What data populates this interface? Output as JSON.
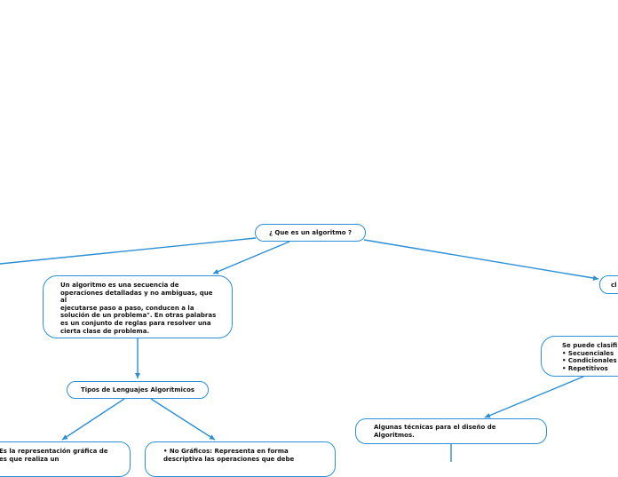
{
  "mindmap": {
    "line_color": "#2b8fd6",
    "root": {
      "text": "¿ Que es un algoritmo ?"
    },
    "definition": {
      "text": "Un algoritmo es una secuencia de\noperaciones detalladas y no ambiguas, que\nal\n ejecutarse paso a paso, conducen a la\nsolución de un problema\". En otras palabras\nes un conjunto de reglas para resolver una\ncierta clase de problema."
    },
    "languages": {
      "text": "Tipos de Lenguajes Algorítmicos"
    },
    "graphic": {
      "text": "Es la representación gráfica de\nes que realiza un"
    },
    "nongraphic": {
      "text": "• No Gráficos: Representa en forma\ndescriptiva las operaciones que debe"
    },
    "classify_stub": {
      "text": "cl"
    },
    "classify": {
      "text": "Se puede clasifi\n• Secuenciales\n• Condicionales\n• Repetitivos"
    },
    "techniques": {
      "text": "Algunas técnicas para el diseño de\nAlgoritmos."
    }
  }
}
